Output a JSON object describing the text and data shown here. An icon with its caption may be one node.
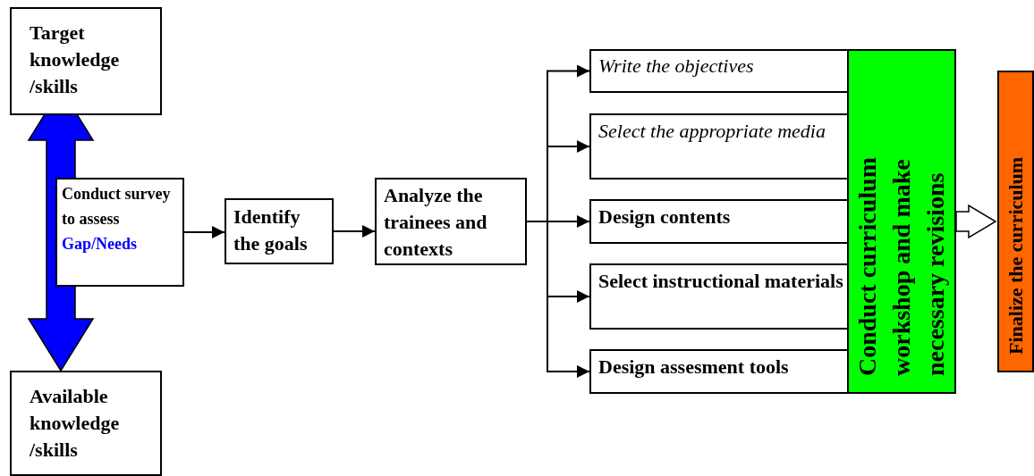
{
  "diagram": {
    "nodes": [
      {
        "text": [
          "Target knowledge /skills"
        ]
      },
      {
        "text": [
          "Conduct survey to assess",
          "Gap/Needs"
        ]
      },
      {
        "text": [
          "Available knowledge /skills"
        ]
      },
      {
        "text": [
          "Identify the goals"
        ]
      },
      {
        "text": [
          "Analyze the trainees and contexts"
        ]
      },
      {
        "text": [
          "Write the objectives"
        ]
      },
      {
        "text": [
          "Select the appropriate media"
        ]
      },
      {
        "text": [
          "Design contents"
        ]
      },
      {
        "text": [
          "Select instructional materials"
        ]
      },
      {
        "text": [
          "Design assesment tools"
        ]
      },
      {
        "text": [
          "Conduct curriculum workshop and make necessary revisions"
        ]
      },
      {
        "text": [
          "Finalize the curriculum"
        ]
      }
    ],
    "edges": [
      {
        "from": 0,
        "to": 2,
        "arrow": "both",
        "style": "thick",
        "color": "#0000ff"
      },
      {
        "from": 1,
        "to": 3,
        "arrow": "to"
      },
      {
        "from": 3,
        "to": 4,
        "arrow": "to"
      },
      {
        "from": 4,
        "to": 5,
        "arrow": "to"
      },
      {
        "from": 4,
        "to": 6,
        "arrow": "to"
      },
      {
        "from": 4,
        "to": 7,
        "arrow": "to"
      },
      {
        "from": 4,
        "to": 8,
        "arrow": "to"
      },
      {
        "from": 4,
        "to": 9,
        "arrow": "to"
      },
      {
        "from": 10,
        "to": 11,
        "arrow": "to",
        "style": "thick"
      }
    ]
  }
}
